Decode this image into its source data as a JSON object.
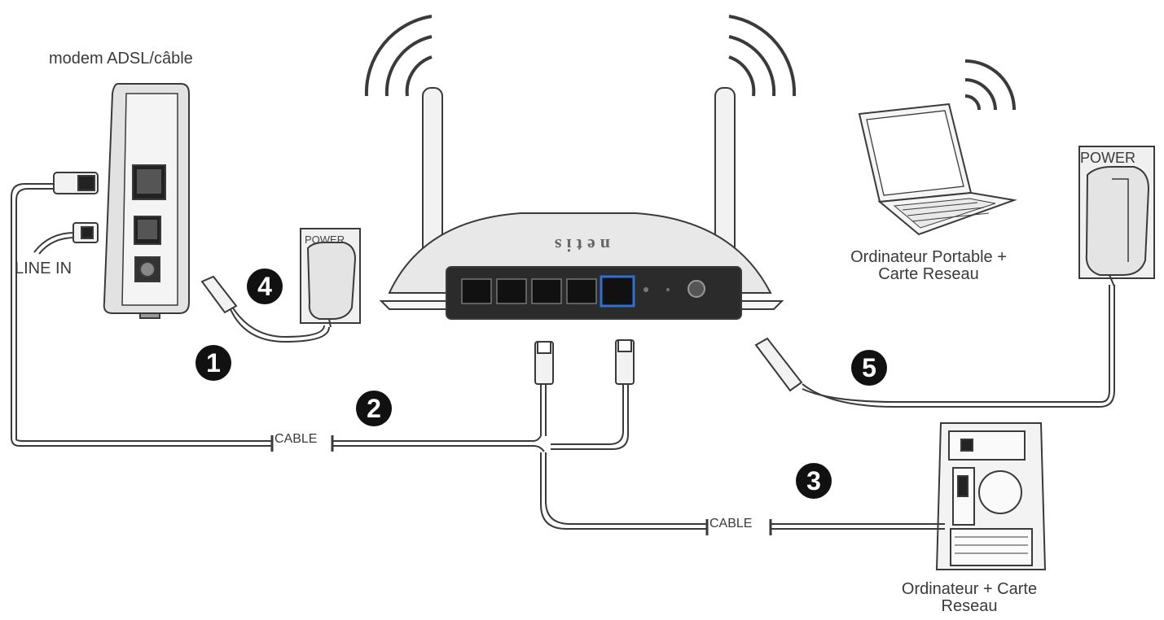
{
  "labels": {
    "modem": "modem ADSL/câble",
    "line_in": "LINE IN",
    "power_router": "POWER",
    "power_laptop": "POWER",
    "laptop": "Ordinateur Portable +\nCarte Reseau",
    "desktop": "Ordinateur + Carte\nReseau",
    "cable_1": "CABLE",
    "cable_2": "CABLE",
    "brand": "netis"
  },
  "steps": [
    "1",
    "2",
    "3",
    "4",
    "5"
  ],
  "colors": {
    "line": "#3a3a3a",
    "router_panel": "#2b2b2b",
    "highlight_port": "#2f6fd6",
    "step_bg": "#111111"
  }
}
